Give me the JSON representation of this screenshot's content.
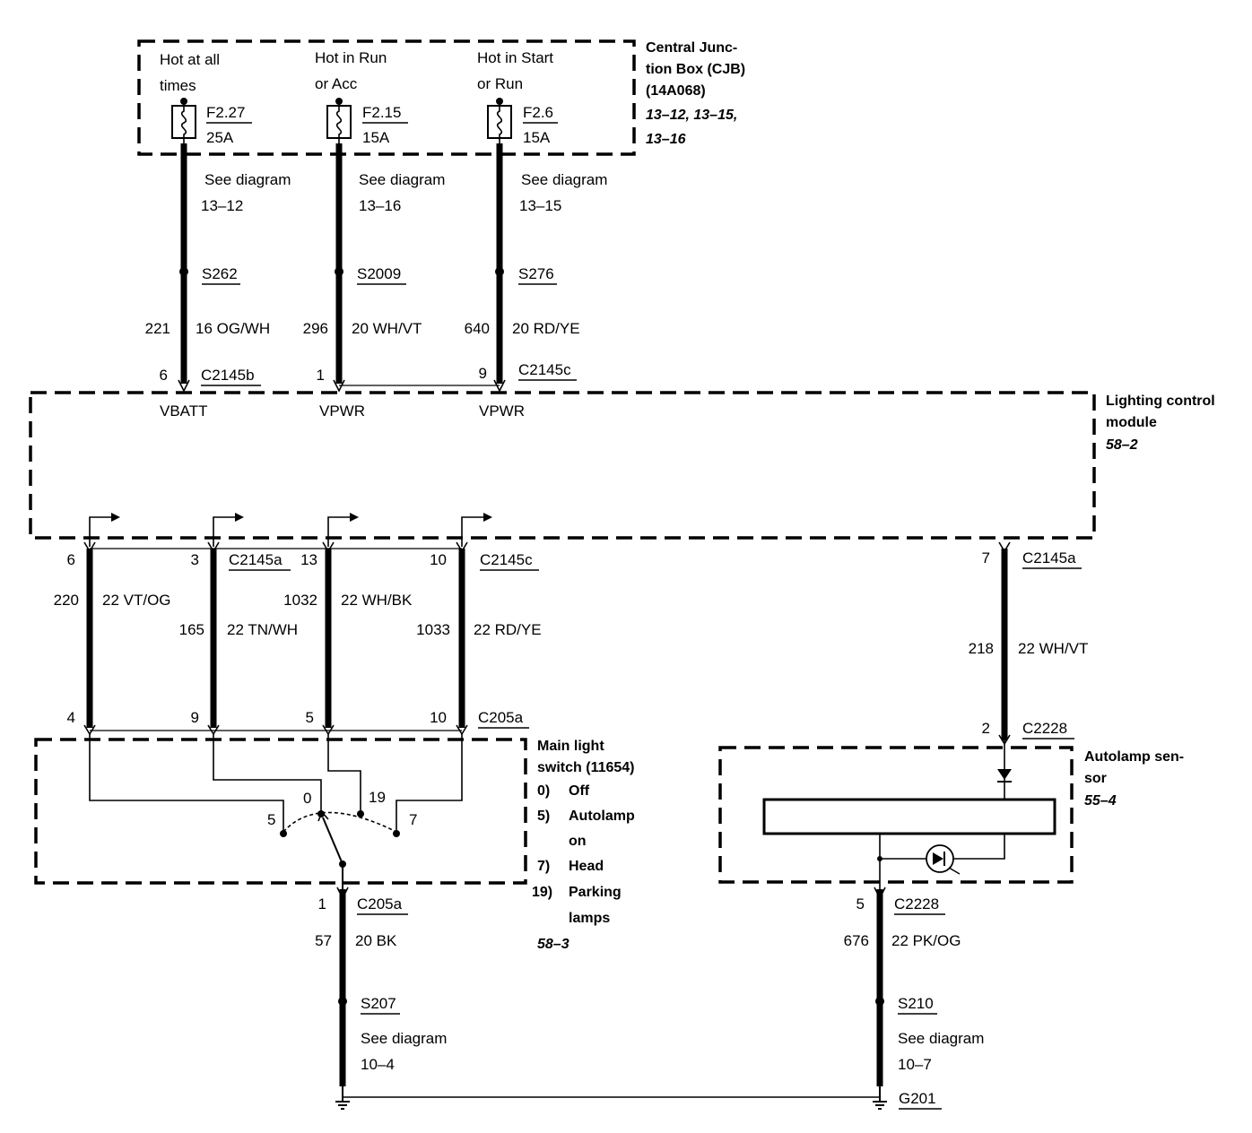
{
  "cjb": {
    "title_1": "Central Junc-",
    "title_2": "tion Box (CJB)",
    "part": "(14A068)",
    "refs_1": "13–12, 13–15,",
    "refs_2": "13–16",
    "fuses": [
      {
        "hot_1": "Hot at all",
        "hot_2": "times",
        "id": "F2.27",
        "amps": "25A",
        "see_1": "See diagram",
        "see_2": "13–12",
        "splice": "S262",
        "circuit": "221",
        "wire": "16 OG/WH",
        "pin": "6",
        "label": "VBATT"
      },
      {
        "hot_1": "Hot in Run",
        "hot_2": "or Acc",
        "id": "F2.15",
        "amps": "15A",
        "see_1": "See diagram",
        "see_2": "13–16",
        "splice": "S2009",
        "circuit": "296",
        "wire": "20 WH/VT",
        "pin": "1",
        "label": "VPWR"
      },
      {
        "hot_1": "Hot in Start",
        "hot_2": "or Run",
        "id": "F2.6",
        "amps": "15A",
        "see_1": "See diagram",
        "see_2": "13–15",
        "splice": "S276",
        "circuit": "640",
        "wire": "20 RD/YE",
        "pin": "9",
        "label": "VPWR"
      }
    ],
    "connector_left": "C2145b",
    "connector_right": "C2145c"
  },
  "lcm": {
    "title_1": "Lighting control",
    "title_2": "module",
    "ref": "58–2"
  },
  "switch_wires": [
    {
      "pin_top": "6",
      "circuit": "220",
      "wire": "22 VT/OG",
      "pin_bottom": "4"
    },
    {
      "pin_top": "3",
      "circuit": "165",
      "wire": "22 TN/WH",
      "pin_bottom": "9"
    },
    {
      "pin_top": "13",
      "circuit": "1032",
      "wire": "22 WH/BK",
      "pin_bottom": "5"
    },
    {
      "pin_top": "10",
      "circuit": "1033",
      "wire": "22 RD/YE",
      "pin_bottom": "10"
    }
  ],
  "connectors": {
    "c2145a": "C2145a",
    "c2145c": "C2145c",
    "c205a": "C205a",
    "c2228": "C2228"
  },
  "main_switch": {
    "title_1": "Main light",
    "title_2": "switch (11654)",
    "legend": [
      {
        "n": "0)",
        "text_1": "Off",
        "text_2": ""
      },
      {
        "n": "5)",
        "text_1": "Autolamp",
        "text_2": "on"
      },
      {
        "n": "7)",
        "text_1": "Head",
        "text_2": ""
      },
      {
        "n": "19)",
        "text_1": "Parking",
        "text_2": "lamps"
      }
    ],
    "ref": "58–3",
    "positions": {
      "p0": "0",
      "p5": "5",
      "p7": "7",
      "p19": "19"
    },
    "out_pin": "1",
    "out_circuit": "57",
    "out_wire": "20 BK",
    "splice": "S207",
    "see_1": "See diagram",
    "see_2": "10–4"
  },
  "autolamp": {
    "title_1": "Autolamp sen-",
    "title_2": "sor",
    "ref": "55–4",
    "in_pin": "7",
    "in_circuit": "218",
    "in_wire": "22 WH/VT",
    "sensor_pin": "2",
    "out_pin": "5",
    "out_circuit": "676",
    "out_wire": "22 PK/OG",
    "splice": "S210",
    "see_1": "See diagram",
    "see_2": "10–7"
  },
  "ground": "G201"
}
